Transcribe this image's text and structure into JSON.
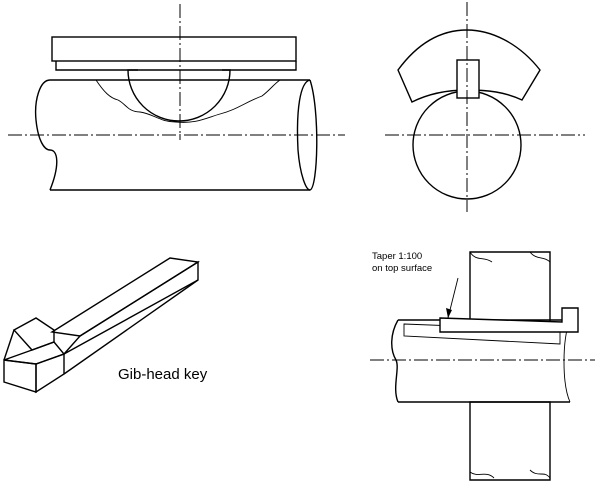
{
  "labels": {
    "gib_head": "Gib-head key",
    "taper_line1": "Taper 1:100",
    "taper_line2": "on top surface"
  },
  "style": {
    "line_color": "#000000",
    "background": "#ffffff"
  }
}
